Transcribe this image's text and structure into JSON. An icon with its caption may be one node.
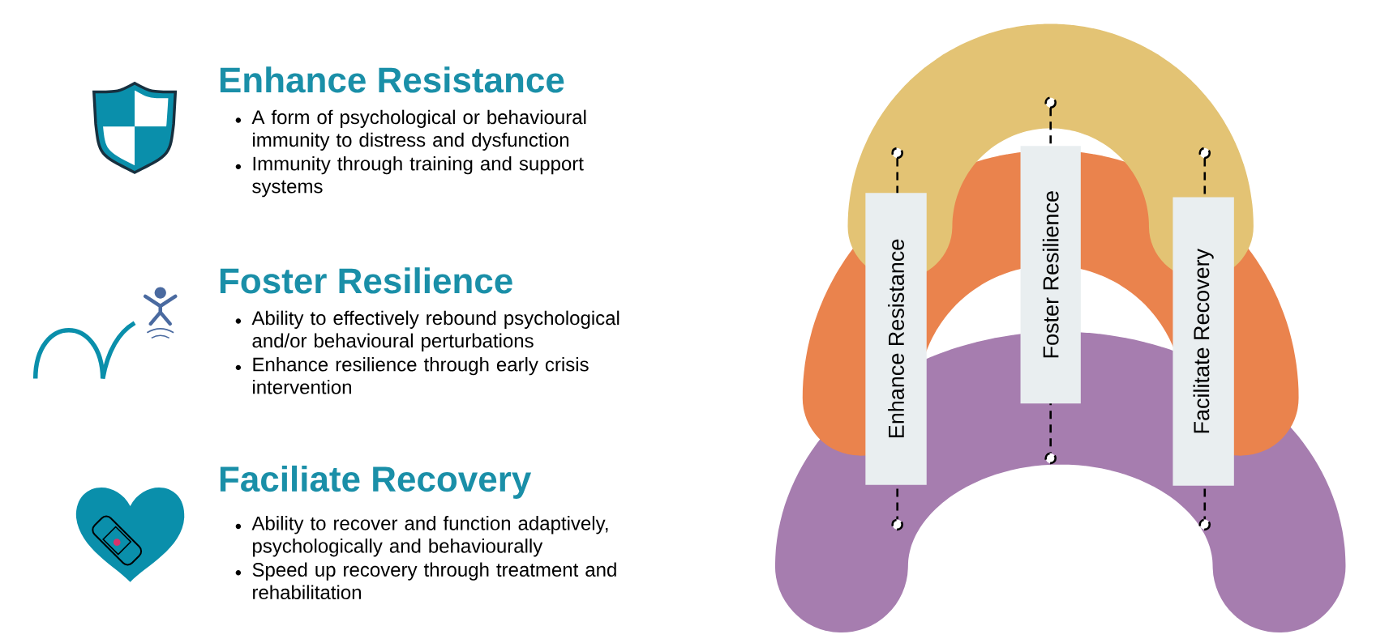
{
  "diagram": {
    "nodes": [
      {
        "text": [
          "Enhance Resistance"
        ]
      },
      {
        "text": [
          "Foster Resilience"
        ]
      },
      {
        "text": [
          "Facilitate Recovery"
        ]
      }
    ],
    "labels": [
      "Enhance Resistance",
      "A form of psychological or behavioural immunity to distress and dysfunction",
      "Immunity through training and support systems",
      "Foster Resilience",
      "Ability to effectively rebound psychological and/or behavioural perturbations",
      "Enhance resilience through early crisis intervention",
      "Faciliate Recovery",
      "Ability to recover and function adaptively, psychologically and behaviourally",
      "Speed up recovery through treatment and rehabilitation"
    ]
  }
}
